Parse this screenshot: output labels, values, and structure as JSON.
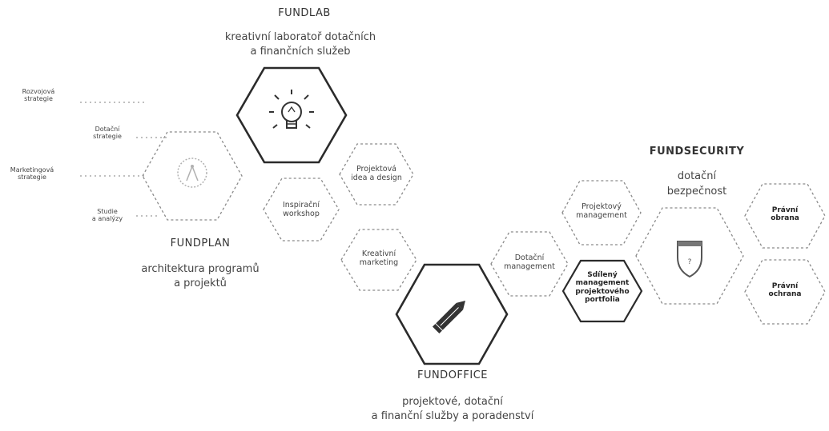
{
  "fundlab": {
    "title": "FUNDLAB",
    "subtitle_line1": "kreativní laboratoř dotačních",
    "subtitle_line2": "a finančních služeb"
  },
  "fundplan": {
    "title": "FUNDPLAN",
    "subtitle_line1": "architektura programů",
    "subtitle_line2": "a projektů",
    "strategies": [
      {
        "line1": "Rozvojová",
        "line2": "strategie"
      },
      {
        "line1": "Dotační",
        "line2": "strategie"
      },
      {
        "line1": "Marketingová",
        "line2": "strategie"
      },
      {
        "line1": "Studie",
        "line2": "a analýzy"
      }
    ]
  },
  "lab_cells": {
    "projektova": {
      "line1": "Projektová",
      "line2": "idea a design"
    },
    "workshop": {
      "line1": "Inspirační",
      "line2": "workshop"
    },
    "kreativni": {
      "line1": "Kreativní",
      "line2": "marketing"
    }
  },
  "fundoffice": {
    "title": "FUNDOFFICE",
    "subtitle_line1": "projektové, dotační",
    "subtitle_line2": "a finanční služby a poradenství"
  },
  "office_cells": {
    "dotacni_management": {
      "line1": "Dotační",
      "line2": "management"
    },
    "projektovy_management": {
      "line1": "Projektový",
      "line2": "management"
    },
    "sdileny": {
      "line1": "Sdílený",
      "line2": "management",
      "line3": "projektového",
      "line4": "portfolia"
    }
  },
  "fundsecurity": {
    "title": "FUNDSECURITY",
    "subtitle_line1": "dotační",
    "subtitle_line2": "bezpečnost",
    "cell1": {
      "line1": "Právní",
      "line2": "obrana"
    },
    "cell2": {
      "line1": "Právní",
      "line2": "ochrana"
    }
  },
  "icons": {
    "fundlab": "lightbulb-icon",
    "fundplan": "compass-icon",
    "fundoffice": "pencil-icon",
    "fundsecurity": "shield-icon"
  }
}
